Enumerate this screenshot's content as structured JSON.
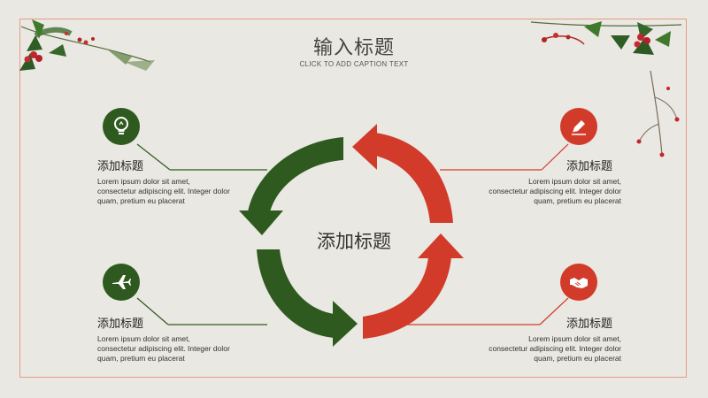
{
  "slide": {
    "title": "输入标题",
    "subtitle": "CLICK TO ADD CAPTION TEXT",
    "center_title": "添加标题"
  },
  "items": [
    {
      "heading": "添加标题",
      "body": "Lorem ipsum dolor sit amet, consectetur adipiscing elit. Integer dolor quam, pretium eu placerat",
      "icon": "lightbulb-icon",
      "color": "#2f5a1f"
    },
    {
      "heading": "添加标题",
      "body": "Lorem ipsum dolor sit amet, consectetur adipiscing elit. Integer dolor quam, pretium eu placerat",
      "icon": "airplane-icon",
      "color": "#2f5a1f"
    },
    {
      "heading": "添加标题",
      "body": "Lorem ipsum dolor sit amet, consectetur adipiscing elit. Integer dolor quam, pretium eu placerat",
      "icon": "pen-icon",
      "color": "#d23b2a"
    },
    {
      "heading": "添加标题",
      "body": "Lorem ipsum dolor sit amet, consectetur adipiscing elit. Integer dolor quam, pretium eu placerat",
      "icon": "handshake-icon",
      "color": "#d23b2a"
    }
  ],
  "colors": {
    "green": "#2f5a1f",
    "red": "#d23b2a",
    "border": "#e79b84",
    "background": "#e9e8e2"
  },
  "decorations": {
    "top_left": "holly-garland-icon",
    "top_right": "holly-berry-branch-icon"
  }
}
